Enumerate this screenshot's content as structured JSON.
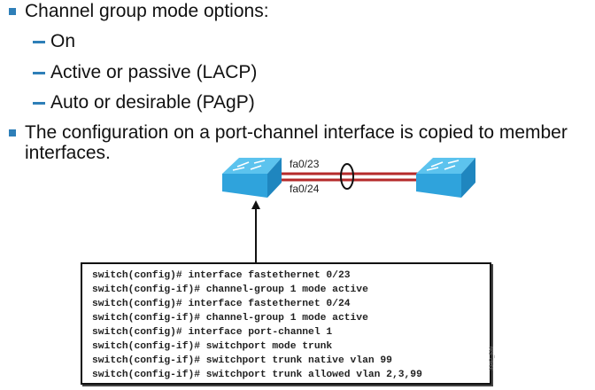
{
  "bullets": [
    {
      "text": "Channel group mode options:",
      "subitems": [
        "On",
        "Active or passive (LACP)",
        "Auto or desirable (PAgP)"
      ]
    },
    {
      "text_line1": "The configuration on a port-channel interface is copied to member",
      "text_line2": "interfaces."
    }
  ],
  "diagram": {
    "link_labels": [
      "fa0/23",
      "fa0/24"
    ],
    "colors": {
      "switch": "#2fa3dc",
      "link": "#b52a2a",
      "bullet": "#2e7fb8"
    }
  },
  "config": [
    "switch(config)# interface fastethernet 0/23",
    "switch(config-if)# channel-group 1 mode active",
    "switch(config)# interface fastethernet 0/24",
    "switch(config-if)# channel-group 1 mode active",
    "switch(config)# interface port-channel 1",
    "switch(config-if)# switchport mode trunk",
    "switch(config-if)# switchport trunk native vlan 99",
    "switch(config-if)# switchport trunk allowed vlan 2,3,99"
  ],
  "figure_id": "334P_539"
}
